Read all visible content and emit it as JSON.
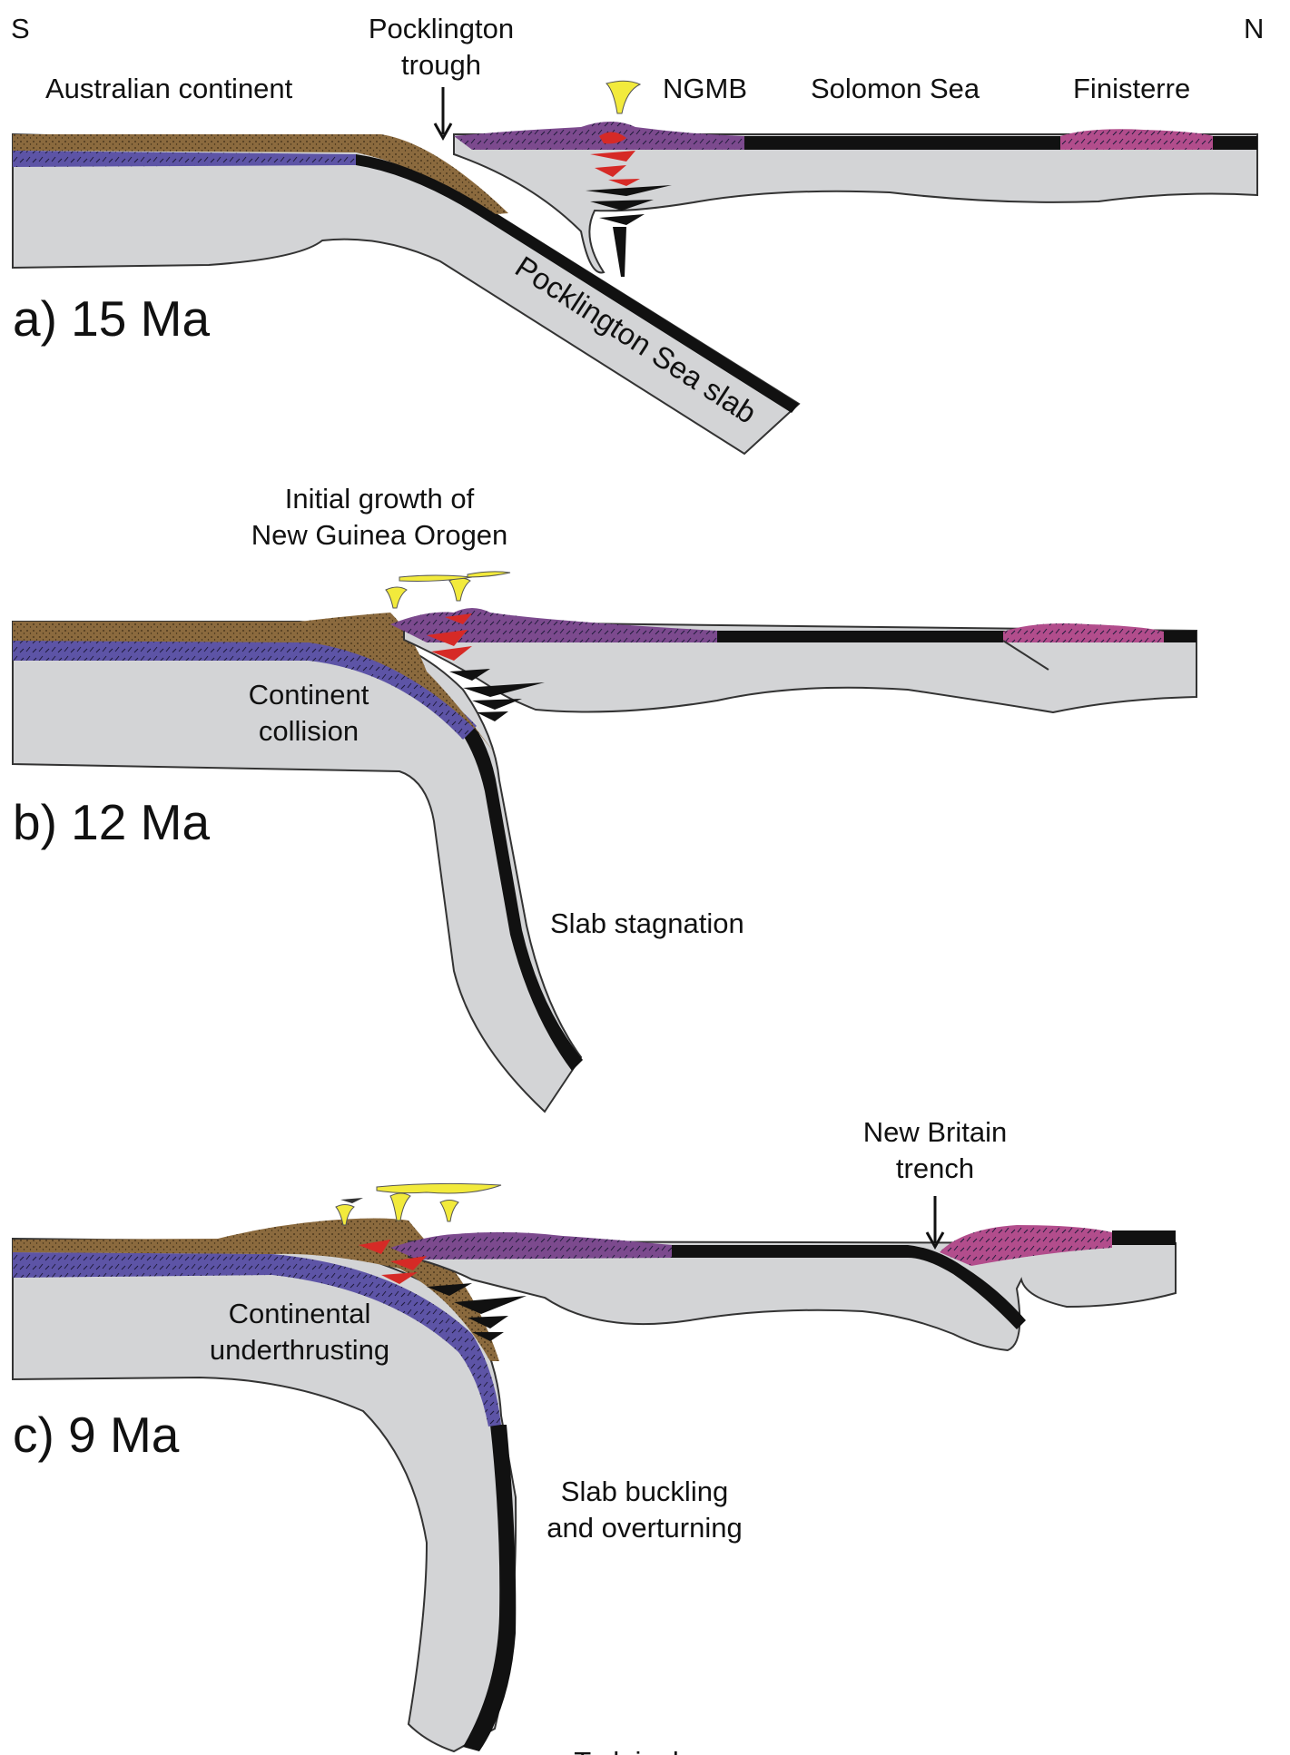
{
  "figure": {
    "orientation": {
      "south": "S",
      "north": "N"
    },
    "colors": {
      "mantle_gray": "#d3d4d6",
      "outline": "#333333",
      "oceanic_crust_black": "#111111",
      "sediment_brown": "#8b6a3e",
      "continental_crust_blue": "#5d54a6",
      "ngmb_purple": "#7c4a8e",
      "finisterre_magenta": "#b24d8c",
      "intrusion_red": "#d62a26",
      "volcanic_yellow": "#f2ea3c"
    },
    "panels": [
      {
        "id": "a",
        "age_label": "a) 15 Ma",
        "labels": {
          "australian_continent": "Australian continent",
          "trough_line1": "Pocklington",
          "trough_line2": "trough",
          "ngmb": "NGMB",
          "solomon_sea": "Solomon Sea",
          "finisterre": "Finisterre",
          "slab": "Pocklington Sea slab"
        }
      },
      {
        "id": "b",
        "age_label": "b) 12 Ma",
        "labels": {
          "growth_line1": "Initial growth of",
          "growth_line2": "New Guinea Orogen",
          "collision_line1": "Continent",
          "collision_line2": "collision",
          "stagnation": "Slab stagnation"
        }
      },
      {
        "id": "c",
        "age_label": "c) 9 Ma",
        "labels": {
          "trench_line1": "New Britain",
          "trench_line2": "trench",
          "underthrust_line1": "Continental",
          "underthrust_line2": "underthrusting",
          "buckling_line1": "Slab buckling",
          "buckling_line2": "and overturning",
          "cutoff": "Todeiuol"
        }
      }
    ]
  }
}
